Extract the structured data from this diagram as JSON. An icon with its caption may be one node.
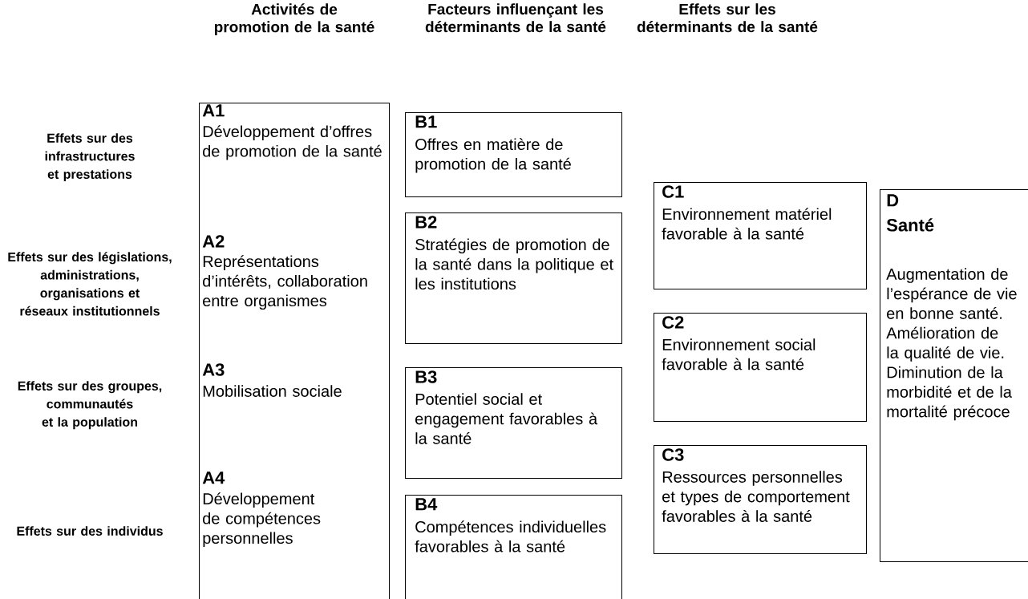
{
  "diagram": {
    "nodes": [
      {
        "text": [
          "A1",
          "Développement d’offres de promotion de la santé",
          "A2",
          "Représentations d’intérêts, collaboration entre organismes",
          "A3",
          "Mobilisation sociale",
          "A4",
          "Développement de compétences personnelles"
        ]
      },
      {
        "text": [
          "B1",
          "Offres en matière de promotion de la santé"
        ]
      },
      {
        "text": [
          "B2",
          "Stratégies de promotion de la santé dans la politique et les institutions"
        ]
      },
      {
        "text": [
          "B3",
          "Potentiel social et engagement favorables à la santé"
        ]
      },
      {
        "text": [
          "B4",
          "Compétences individuelles favorables à la santé"
        ]
      },
      {
        "text": [
          "C1",
          "Environnement matériel favorable à la santé"
        ]
      },
      {
        "text": [
          "C2",
          "Environnement social favorable à la santé"
        ]
      },
      {
        "text": [
          "C3",
          "Ressources personnelles et types de comportement favorables à la santé"
        ]
      },
      {
        "text": [
          "D",
          "Santé",
          "Augmentation de l’espérance de vie en bonne santé. Amélioration de la qualité de vie. Diminution de la morbidité et de la mortalité précoce"
        ]
      }
    ],
    "labels": [
      "Activités de promotion de la santé",
      "Facteurs influençant les déterminants de la santé",
      "Effets sur les déterminants de la santé",
      "Effets sur des infrastructures et prestations",
      "Effets sur des législations, administrations, organisations et réseaux institutionnels",
      "Effets sur des groupes, communautés et la population",
      "Effets sur des individus"
    ]
  }
}
